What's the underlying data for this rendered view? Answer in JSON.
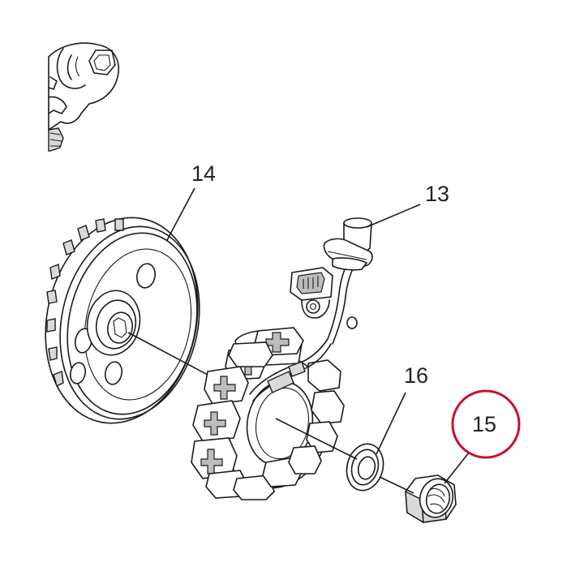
{
  "callouts": {
    "c13": "13",
    "c14": "14",
    "c15": "15",
    "c16": "16"
  },
  "highlight": {
    "target": "15",
    "color": "#c8102e"
  }
}
